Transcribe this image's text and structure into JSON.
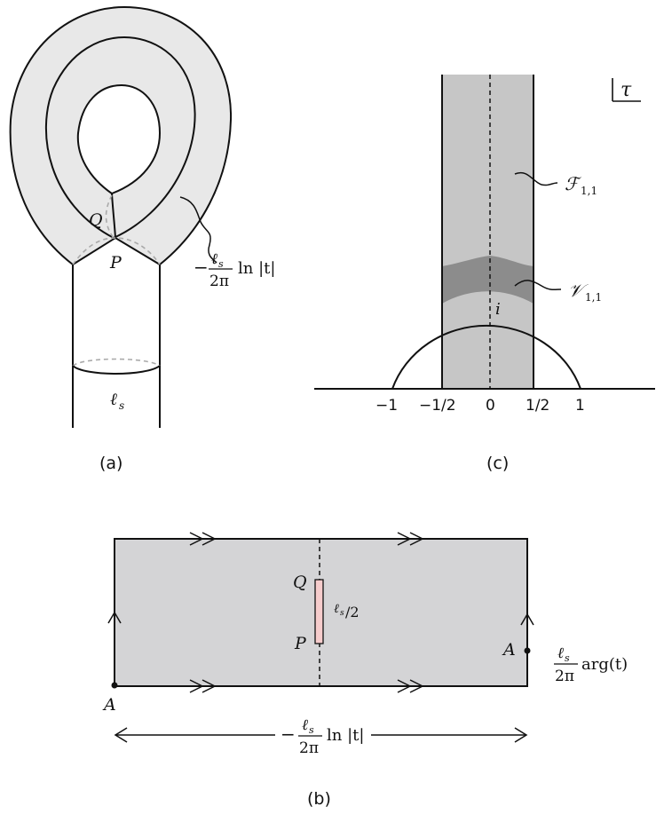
{
  "panel_a": {
    "caption": "(a)",
    "label_q": "Q",
    "label_p": "P",
    "length_minus": "−",
    "length_num": "ℓ",
    "length_num_sub": "s",
    "length_den": "2π",
    "length_tail": "ln |t|",
    "circumference": "ℓ",
    "circumference_sub": "s"
  },
  "panel_c": {
    "caption": "(c)",
    "plane_label": "τ",
    "region_f": "ℱ",
    "region_f_sub": "1,1",
    "region_v": "𝒱",
    "region_v_sub": "1,1",
    "point_i": "i",
    "ticks": [
      "−1",
      "−1/2",
      "0",
      "1/2",
      "1"
    ]
  },
  "panel_b": {
    "caption": "(b)",
    "label_q": "Q",
    "label_p": "P",
    "label_a_bottom": "A",
    "label_a_right": "A",
    "slit_len": "ℓ",
    "slit_len_sub": "s",
    "slit_len_den": "/2",
    "twist_num": "ℓ",
    "twist_num_sub": "s",
    "twist_den": "2π",
    "twist_tail": "arg(t)",
    "width_minus": "−",
    "width_num": "ℓ",
    "width_num_sub": "s",
    "width_den": "2π",
    "width_tail": "ln |t|"
  },
  "colors": {
    "surface": "#e8e8e8",
    "strip": "#c6c6c6",
    "vregion": "#8c8c8c",
    "rectangle": "#d4d4d6",
    "slit": "#f6cccc"
  }
}
